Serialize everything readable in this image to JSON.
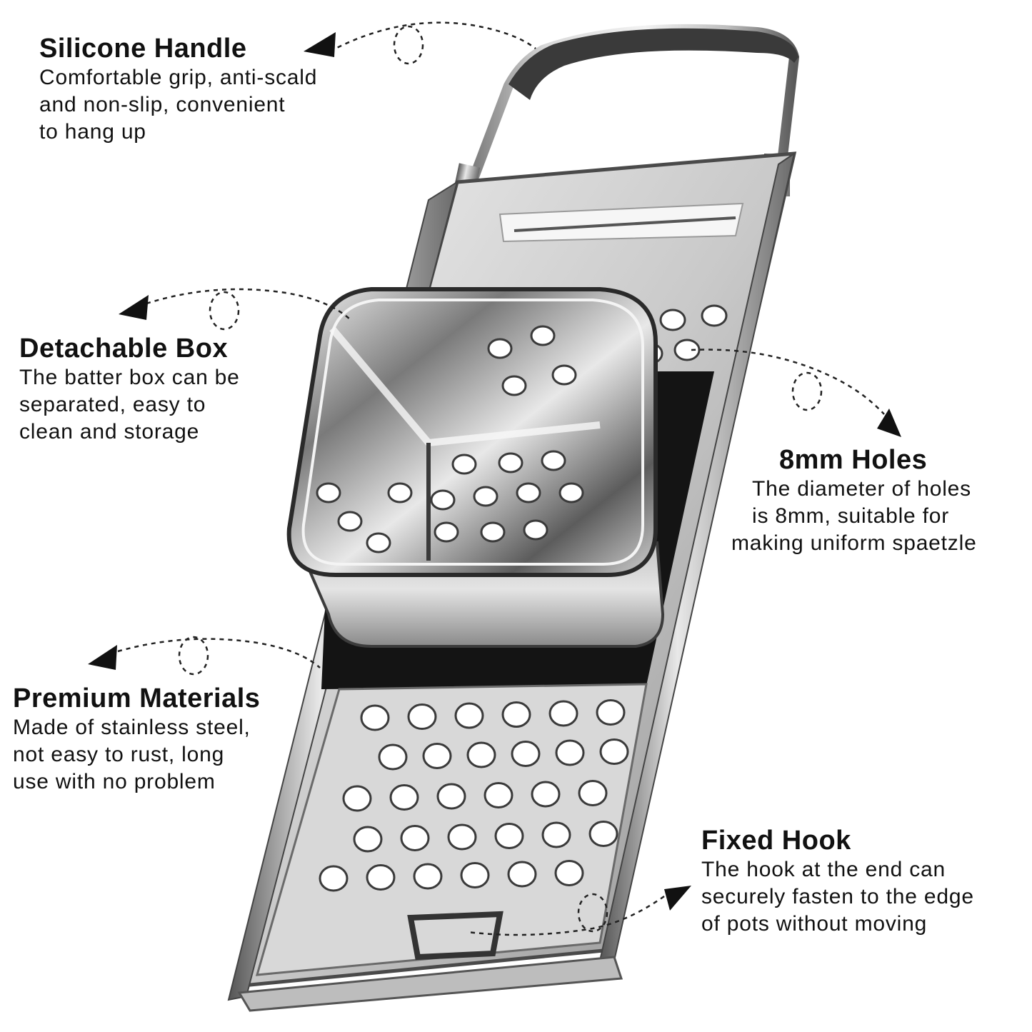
{
  "features": {
    "handle": {
      "title": "Silicone Handle",
      "lines": [
        "Comfortable grip, anti-scald",
        "and non-slip, convenient",
        "to hang up"
      ]
    },
    "box": {
      "title": "Detachable Box",
      "lines": [
        "The batter box can be",
        "separated, easy to",
        "clean and storage"
      ]
    },
    "holes": {
      "title": "8mm Holes",
      "lines": [
        "The diameter of holes",
        "is 8mm, suitable for",
        "making uniform spaetzle"
      ]
    },
    "materials": {
      "title": "Premium Materials",
      "lines": [
        "Made of stainless steel,",
        "not easy to rust, long",
        "use with no problem"
      ]
    },
    "hook": {
      "title": "Fixed Hook",
      "lines": [
        "The hook at the end can",
        "securely fasten to the edge",
        "of pots without moving"
      ]
    }
  },
  "colors": {
    "steel_light": "#e6e6e6",
    "steel_mid": "#9a9a9a",
    "steel_dark": "#3c3c3c",
    "handle_grip": "#3a3a3a",
    "text": "#111111"
  },
  "icons": [
    "arrow-triangle-icon",
    "dashed-loop-icon"
  ]
}
